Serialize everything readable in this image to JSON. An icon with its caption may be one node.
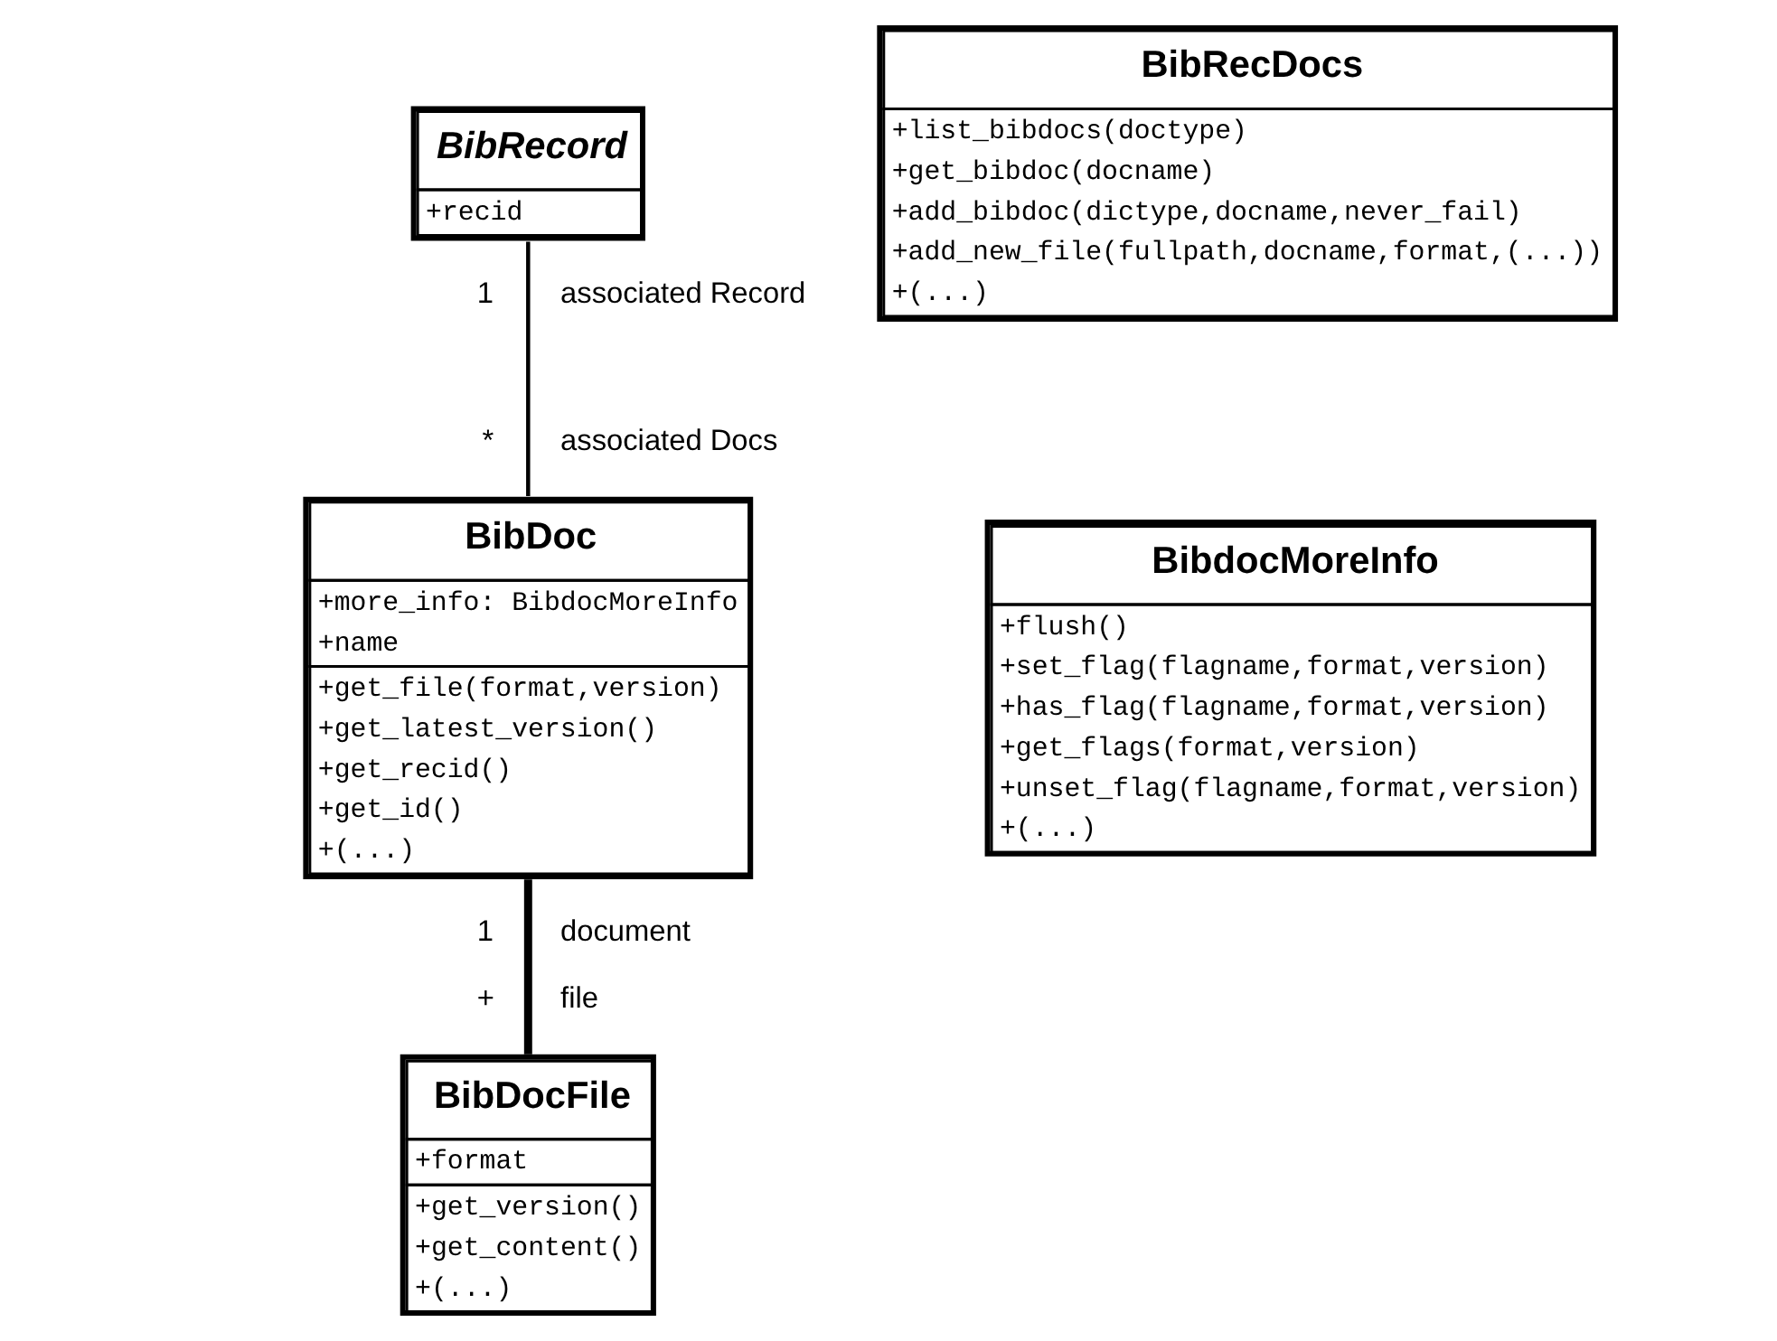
{
  "diagram": {
    "nodes": [
      {
        "text": [
          "BibRecord",
          "+recid"
        ]
      },
      {
        "text": [
          "BibDoc",
          "+more_info: BibdocMoreInfo",
          "+name",
          "+get_file(format,version)",
          "+get_latest_version()",
          "+get_recid()",
          "+get_id()",
          "+(...)"
        ]
      },
      {
        "text": [
          "BibDocFile",
          "+format",
          "+get_version()",
          "+get_content()",
          "+(...)"
        ]
      },
      {
        "text": [
          "BibRecDocs",
          "+list_bibdocs(doctype)",
          "+get_bibdoc(docname)",
          "+add_bibdoc(dictype,docname,never_fail)",
          "+add_new_file(fullpath,docname,format,(...))",
          "+(...)"
        ]
      },
      {
        "text": [
          "BibdocMoreInfo",
          "+flush()",
          "+set_flag(flagname,format,version)",
          "+has_flag(flagname,format,version)",
          "+get_flags(format,version)",
          "+unset_flag(flagname,format,version)",
          "+(...)"
        ]
      }
    ],
    "edges": [
      {
        "from": 0,
        "to": 1,
        "arrow": "none"
      },
      {
        "from": 1,
        "to": 2,
        "arrow": "none",
        "style": "thick"
      }
    ],
    "labels": [
      "1",
      "associated Record",
      "*",
      "associated Docs",
      "1",
      "document",
      "+",
      "file"
    ]
  }
}
